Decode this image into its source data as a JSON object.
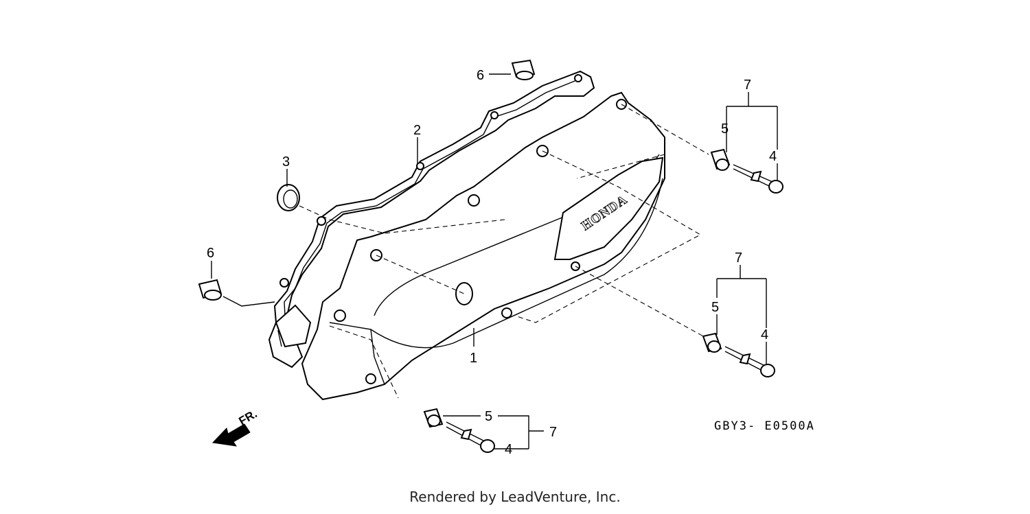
{
  "diagram": {
    "callouts": [
      {
        "id": "c1",
        "label": "1"
      },
      {
        "id": "c2",
        "label": "2"
      },
      {
        "id": "c3",
        "label": "3"
      },
      {
        "id": "c4a",
        "label": "4"
      },
      {
        "id": "c4b",
        "label": "4"
      },
      {
        "id": "c4c",
        "label": "4"
      },
      {
        "id": "c5a",
        "label": "5"
      },
      {
        "id": "c5b",
        "label": "5"
      },
      {
        "id": "c5c",
        "label": "5"
      },
      {
        "id": "c6a",
        "label": "6"
      },
      {
        "id": "c6b",
        "label": "6"
      },
      {
        "id": "c7a",
        "label": "7"
      },
      {
        "id": "c7b",
        "label": "7"
      },
      {
        "id": "c7c",
        "label": "7"
      }
    ],
    "cover_brand": "HONDA",
    "direction_label": "FR.",
    "diagram_code": "GBY3- E0500A"
  },
  "footer": {
    "text": "Rendered by LeadVenture, Inc."
  }
}
